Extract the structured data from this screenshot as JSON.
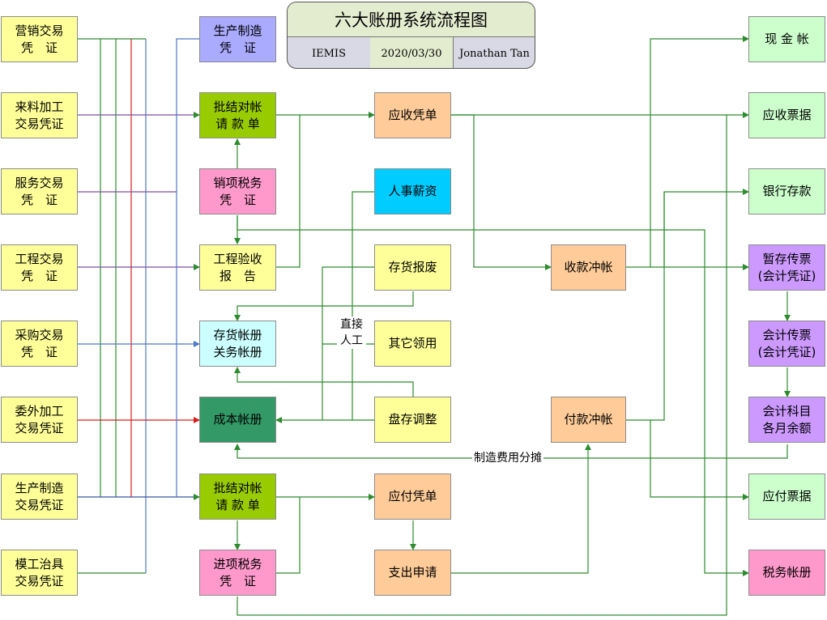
{
  "title": "六大账册系统流程图",
  "meta": [
    "IEMIS",
    "2020/03/30",
    "Jonathan Tan"
  ],
  "left_column": [
    "营销交易\n凭　证",
    "来料加工\n交易凭证",
    "服务交易\n凭　证",
    "工程交易\n凭　证",
    "采购交易\n凭　证",
    "委外加工\n交易凭证",
    "生产制造\n交易凭证",
    "模工治具\n交易凭证"
  ],
  "second_column": [
    "生产制造\n凭　证",
    "批结对帐\n请 款 单",
    "销项税务\n凭　证",
    "工程验收\n报　告",
    "存货帐册\n关务帐册",
    "成本帐册",
    "批结对帐\n请 款 单",
    "进项税务\n凭　证"
  ],
  "third_column": [
    "应收凭单",
    "人事薪资",
    "存货报废",
    "其它领用",
    "盘存调整",
    "应付凭单",
    "支出申请"
  ],
  "fourth_column": [
    "收款冲帐",
    "付款冲帐"
  ],
  "right_column": [
    "现 金 帐",
    "应收票据",
    "银行存款",
    "暂存传票\n(会计凭证)",
    "会计传票\n(会计凭证)",
    "会计科目\n各月余额",
    "应付票据",
    "税务帐册"
  ],
  "labels": {
    "direct_labor": "直接\n人工",
    "overhead": "制造费用分摊"
  }
}
